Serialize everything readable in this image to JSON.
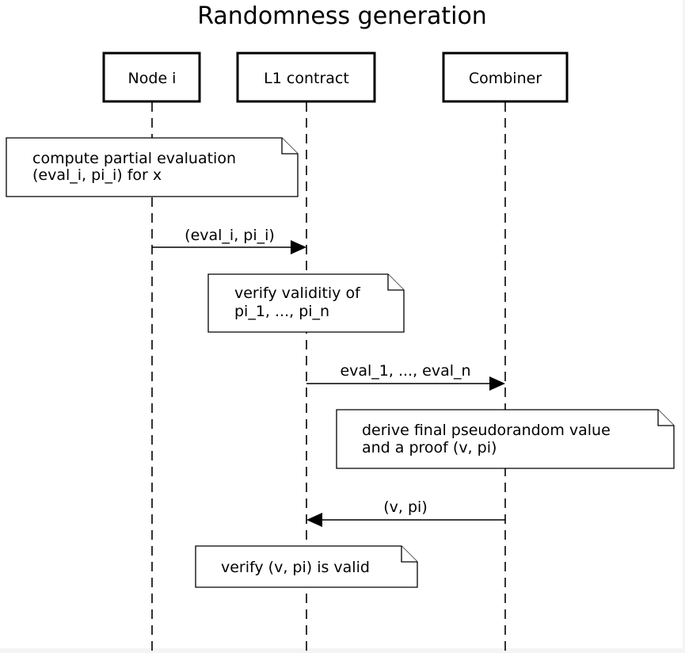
{
  "diagram": {
    "title": "Randomness generation",
    "participants": [
      {
        "id": "node",
        "label": "Node i"
      },
      {
        "id": "l1",
        "label": "L1 contract"
      },
      {
        "id": "combiner",
        "label": "Combiner"
      }
    ],
    "steps": [
      {
        "type": "note",
        "over": [
          "node"
        ],
        "lines": [
          "compute partial evaluation",
          "(eval_i, pi_i) for x"
        ]
      },
      {
        "type": "message",
        "from": "node",
        "to": "l1",
        "label": "(eval_i, pi_i)"
      },
      {
        "type": "note",
        "over": [
          "l1"
        ],
        "lines": [
          "verify validitiy of",
          "pi_1, ..., pi_n"
        ]
      },
      {
        "type": "message",
        "from": "l1",
        "to": "combiner",
        "label": "eval_1, ..., eval_n"
      },
      {
        "type": "note",
        "over": [
          "combiner"
        ],
        "lines": [
          "derive final pseudorandom value",
          "and a proof (v, pi)"
        ]
      },
      {
        "type": "message",
        "from": "combiner",
        "to": "l1",
        "label": "(v, pi)"
      },
      {
        "type": "note",
        "over": [
          "l1"
        ],
        "lines": [
          "verify (v, pi) is valid"
        ]
      }
    ]
  }
}
